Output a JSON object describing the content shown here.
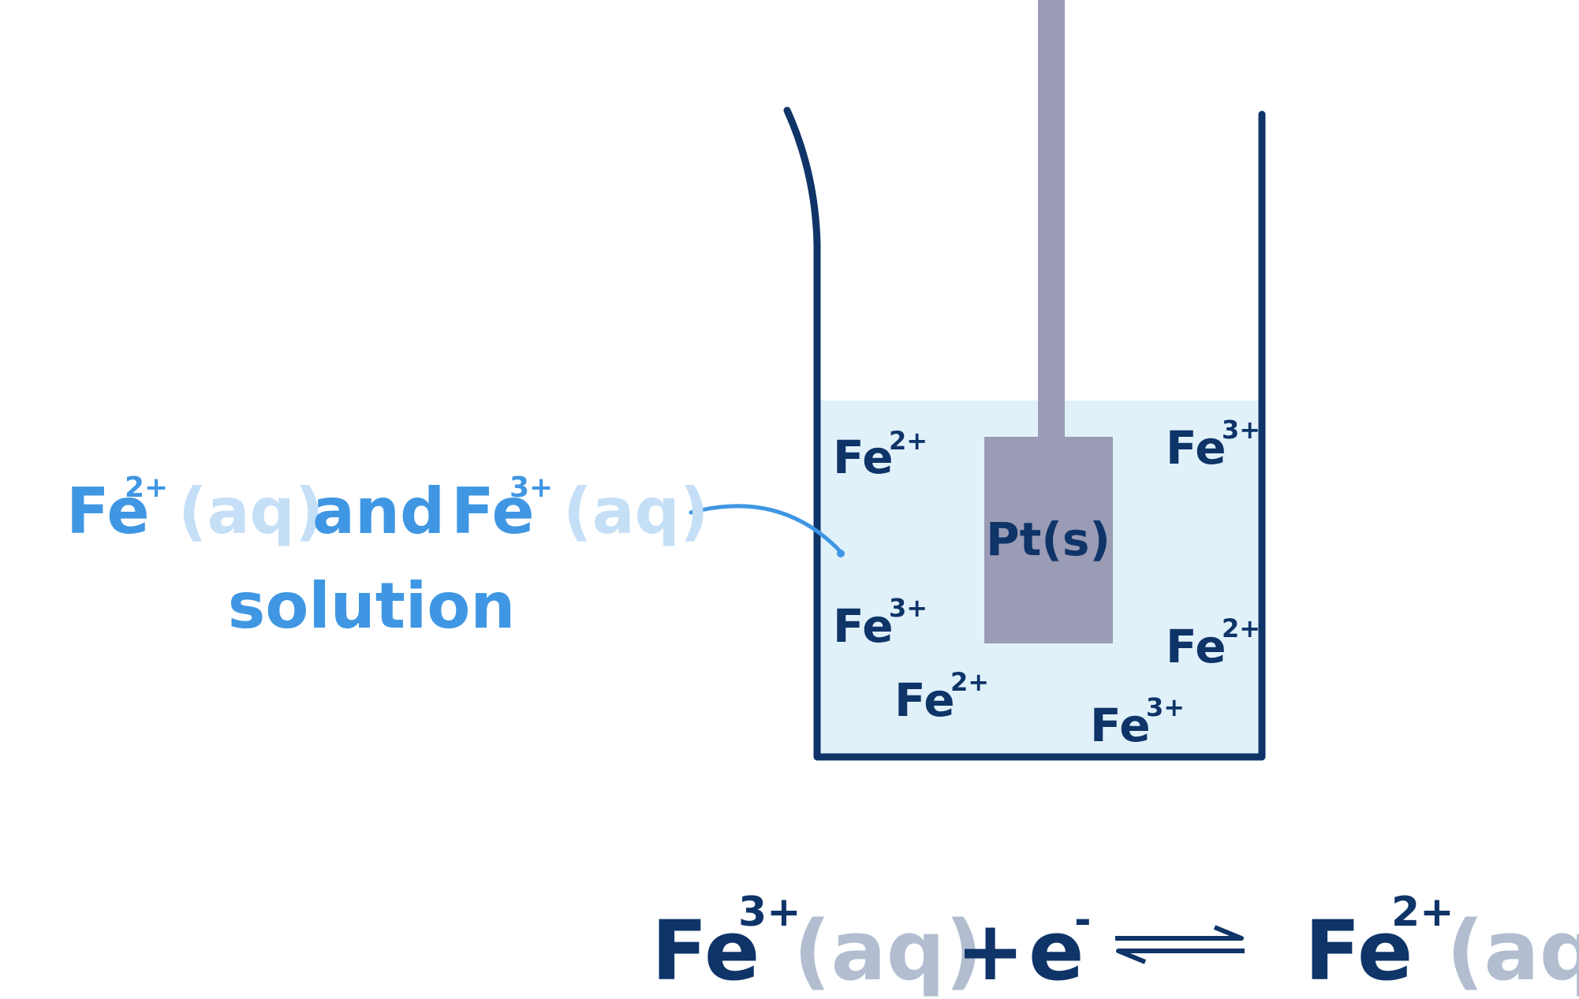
{
  "colors": {
    "beaker": "#0e3468",
    "solution": "#e1f1fa",
    "electrode": "#9a9bb5",
    "ion_text": "#0e3468",
    "label_blue": "#3f97e3",
    "label_aq": "#c5dff6",
    "equation_aq": "#b2bdd0"
  },
  "electrode": {
    "label": "Pt(s)"
  },
  "ions": [
    {
      "symbol": "Fe",
      "charge": "2+"
    },
    {
      "symbol": "Fe",
      "charge": "3+"
    },
    {
      "symbol": "Fe",
      "charge": "3+"
    },
    {
      "symbol": "Fe",
      "charge": "2+"
    },
    {
      "symbol": "Fe",
      "charge": "2+"
    },
    {
      "symbol": "Fe",
      "charge": "3+"
    }
  ],
  "solution_label": {
    "fe": "Fe",
    "charge1": "2+",
    "aq1": "(aq)",
    "and": "and",
    "fe2": "Fe",
    "charge2": "3+",
    "aq2": "(aq)",
    "line2": "solution"
  },
  "equation": {
    "reactant": "Fe",
    "reactant_charge": "3+",
    "reactant_state": "(aq)",
    "plus": "+",
    "electron": "e",
    "electron_charge": "-",
    "product": "Fe",
    "product_charge": "2+",
    "product_state": "(aq)"
  }
}
